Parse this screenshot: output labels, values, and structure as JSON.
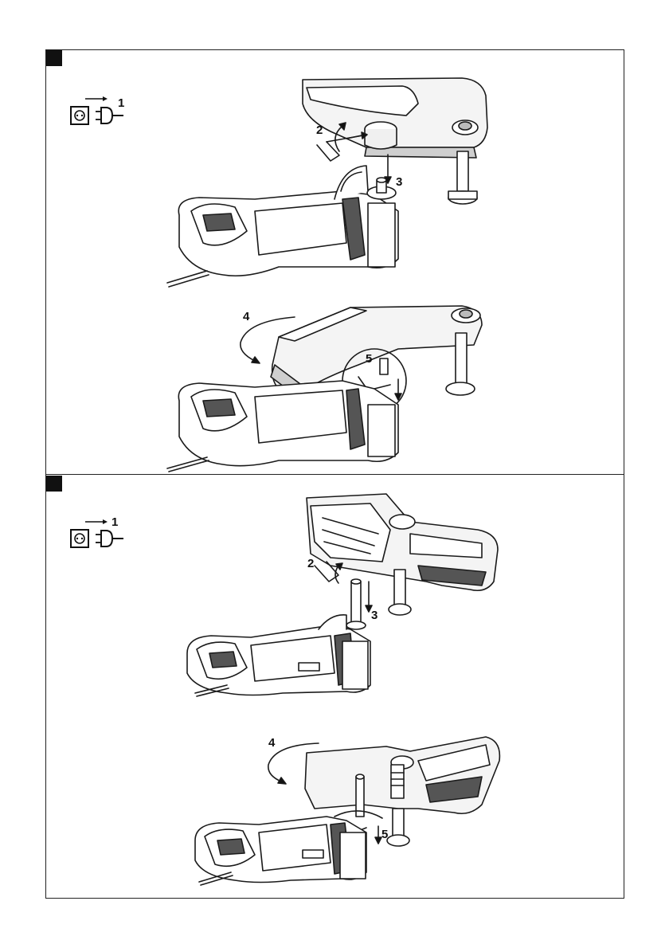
{
  "figures": [
    {
      "steps": {
        "unplug": "1",
        "loosen": "2",
        "insert": "3",
        "rotate": "4",
        "tighten": "5"
      }
    },
    {
      "steps": {
        "unplug": "1",
        "loosen": "2",
        "insert": "3",
        "rotate": "4",
        "tighten": "5"
      }
    }
  ],
  "icons": [
    "figure-marker",
    "unplug-icon",
    "hex-key-icon",
    "rotation-arrow-icon"
  ],
  "colors": {
    "line": "#1a1a1a",
    "fill_dark": "#555555",
    "fill_light": "#f4f4f4",
    "background": "#ffffff"
  }
}
